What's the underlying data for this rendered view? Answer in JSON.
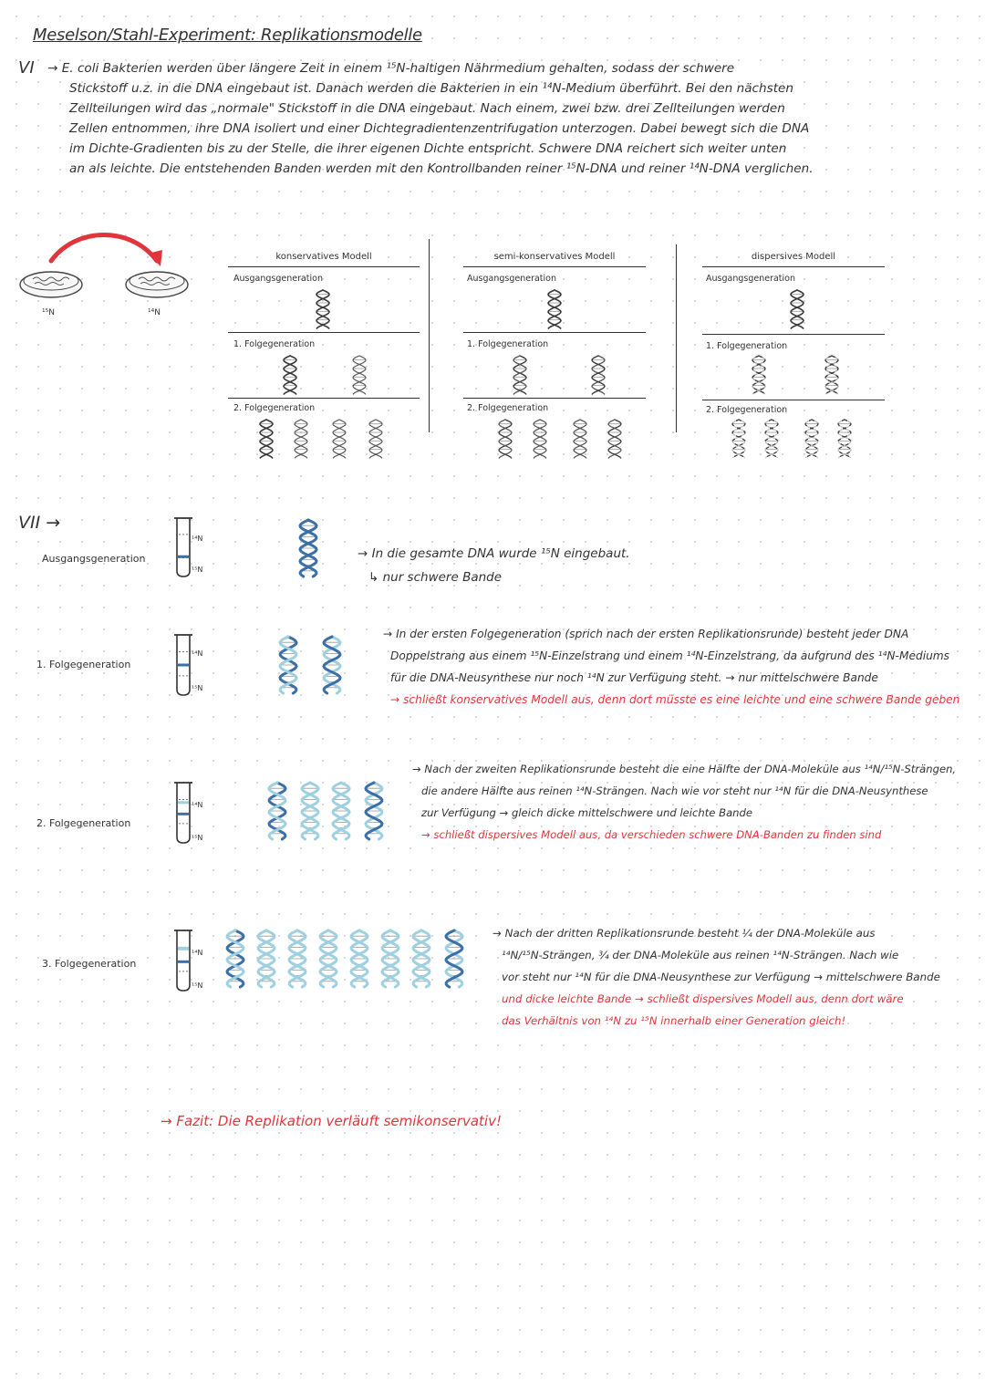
{
  "title": "Meselson/Stahl-Experiment: Replikationsmodelle",
  "section_vi": {
    "label": "VI",
    "lines": [
      "→ E. coli Bakterien werden über längere Zeit in einem ¹⁵N-haltigen Nährmedium gehalten, sodass der schwere",
      "Stickstoff u.z. in die DNA eingebaut ist. Danach werden die Bakterien in ein ¹⁴N-Medium überführt. Bei den nächsten",
      "Zellteilungen wird das „normale\" Stickstoff in die DNA eingebaut. Nach einem, zwei bzw. drei Zellteilungen werden",
      "Zellen entnommen, ihre DNA isoliert und einer Dichtegradientenzentrifugation unterzogen. Dabei bewegt sich die DNA",
      "im Dichte-Gradienten bis zu der Stelle, die ihrer eigenen Dichte entspricht. Schwere DNA reichert sich weiter unten",
      "an als leichte. Die entstehenden Banden werden mit den Kontrollbanden reiner ¹⁵N-DNA und reiner ¹⁴N-DNA verglichen."
    ],
    "dish_left": "¹⁵N",
    "dish_right": "¹⁴N"
  },
  "models": [
    {
      "name": "konservatives Modell",
      "gen0": "Ausgangsgeneration",
      "gen1": "1. Folgegeneration",
      "gen2": "2. Folgegeneration"
    },
    {
      "name": "semi-konservatives Modell",
      "gen0": "Ausgangsgeneration",
      "gen1": "1. Folgegeneration",
      "gen2": "2. Folgegeneration"
    },
    {
      "name": "dispersives Modell",
      "gen0": "Ausgangsgeneration",
      "gen1": "1. Folgegeneration",
      "gen2": "2. Folgegeneration"
    }
  ],
  "section_vii": {
    "label": "VII →",
    "rows": [
      {
        "gen": "Ausgangsgeneration",
        "tube_top": "¹⁴N",
        "tube_bottom": "¹⁵N",
        "notes": [
          {
            "text": "→ In die gesamte DNA wurde ¹⁵N eingebaut.",
            "red": false
          },
          {
            "text": "↳ nur schwere Bande",
            "red": false
          }
        ]
      },
      {
        "gen": "1. Folgegeneration",
        "tube_top": "¹⁴N",
        "tube_bottom": "¹⁵N",
        "notes": [
          {
            "text": "→ In der ersten Folgegeneration (sprich nach der ersten Replikationsrunde) besteht jeder DNA",
            "red": false
          },
          {
            "text": "Doppelstrang aus einem ¹⁵N-Einzelstrang und einem ¹⁴N-Einzelstrang, da aufgrund des ¹⁴N-Mediums",
            "red": false
          },
          {
            "text": "für die DNA-Neusynthese nur noch ¹⁴N zur Verfügung steht. → nur mittelschwere Bande",
            "red": false
          },
          {
            "text": "→ schließt konservatives Modell aus, denn dort müsste es eine leichte und eine schwere Bande geben",
            "red": true
          }
        ]
      },
      {
        "gen": "2. Folgegeneration",
        "tube_top": "¹⁴N",
        "tube_bottom": "¹⁵N",
        "notes": [
          {
            "text": "→ Nach der zweiten Replikationsrunde besteht die eine Hälfte der DNA-Moleküle aus ¹⁴N/¹⁵N-Strängen,",
            "red": false
          },
          {
            "text": "die andere Hälfte aus reinen ¹⁴N-Strängen. Nach wie vor steht nur ¹⁴N für die DNA-Neusynthese",
            "red": false
          },
          {
            "text": "zur Verfügung → gleich dicke mittelschwere und leichte Bande",
            "red": false
          },
          {
            "text": "→ schließt dispersives Modell aus, da verschieden schwere DNA-Banden zu finden sind",
            "red": true
          }
        ]
      },
      {
        "gen": "3. Folgegeneration",
        "tube_top": "¹⁴N",
        "tube_bottom": "¹⁵N",
        "notes": [
          {
            "text": "→ Nach der dritten Replikationsrunde besteht ¼ der DNA-Moleküle aus",
            "red": false
          },
          {
            "text": "¹⁴N/¹⁵N-Strängen, ¾ der DNA-Moleküle aus reinen ¹⁴N-Strängen. Nach wie",
            "red": false
          },
          {
            "text": "vor steht nur ¹⁴N für die DNA-Neusynthese zur Verfügung → mittelschwere Bande",
            "red": false
          },
          {
            "text": "und dicke leichte Bande → schließt dispersives Modell aus, denn dort wäre",
            "red": true
          },
          {
            "text": "das Verhältnis von ¹⁴N zu ¹⁵N innerhalb einer Generation gleich!",
            "red": true
          }
        ]
      }
    ]
  },
  "conclusion": "→ Fazit: Die Replikation verläuft semikonservativ!",
  "colors": {
    "dark": "#333333",
    "light_blue": "#9fd0e0",
    "dark_blue": "#3a6fa8",
    "red": "#e0353b"
  }
}
